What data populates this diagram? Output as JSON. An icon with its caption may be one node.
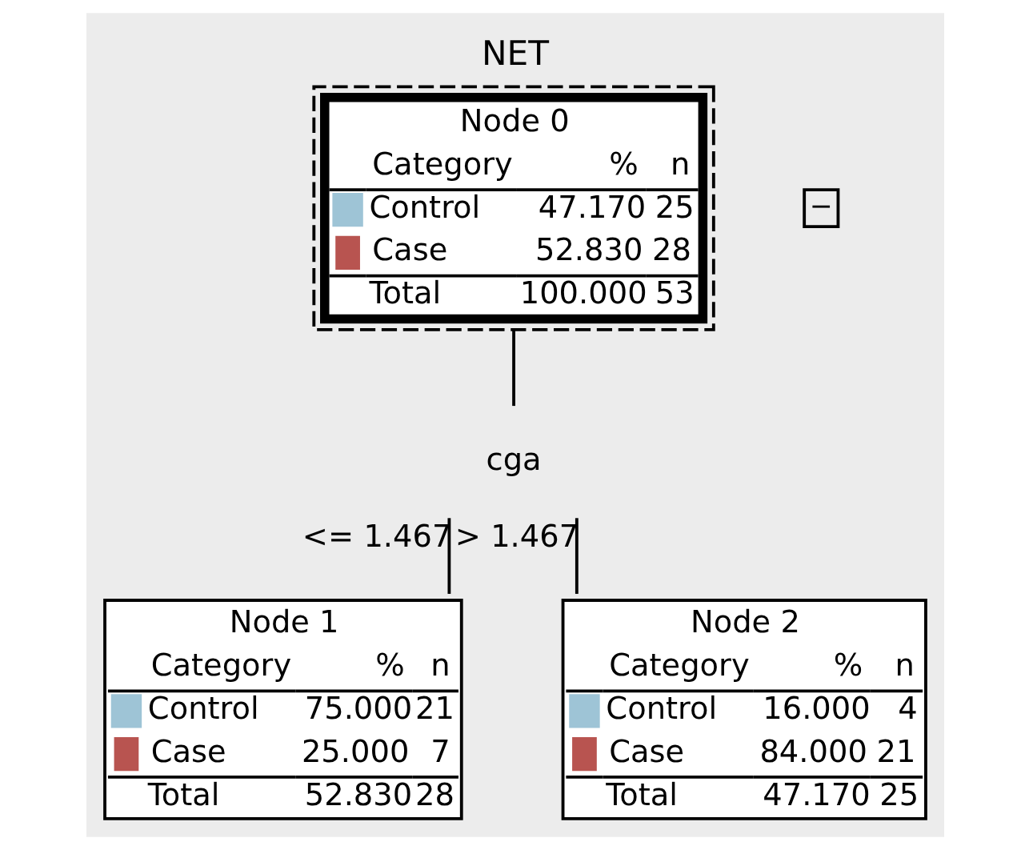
{
  "diagram": {
    "title": "NET",
    "nodes": [
      {
        "text": [
          "Node 0",
          "Category",
          "%",
          "n",
          "Control",
          "47.170",
          "25",
          "Case",
          "52.830",
          "28",
          "Total",
          "100.000",
          "53"
        ]
      },
      {
        "text": [
          "cga"
        ]
      },
      {
        "text": [
          "Node 1",
          "Category",
          "%",
          "n",
          "Control",
          "75.000",
          "21",
          "Case",
          "25.000",
          "7",
          "Total",
          "52.830",
          "28"
        ]
      },
      {
        "text": [
          "Node 2",
          "Category",
          "%",
          "n",
          "Control",
          "16.000",
          "4",
          "Case",
          "84.000",
          "21",
          "Total",
          "47.170",
          "25"
        ]
      }
    ],
    "edges": [
      {
        "from": 0,
        "to": 1,
        "arrow": "none"
      },
      {
        "from": 1,
        "to": 2,
        "arrow": "none",
        "label": "<= 1.467"
      },
      {
        "from": 1,
        "to": 3,
        "arrow": "none",
        "label": "> 1.467"
      }
    ],
    "labels": [
      "−"
    ]
  }
}
